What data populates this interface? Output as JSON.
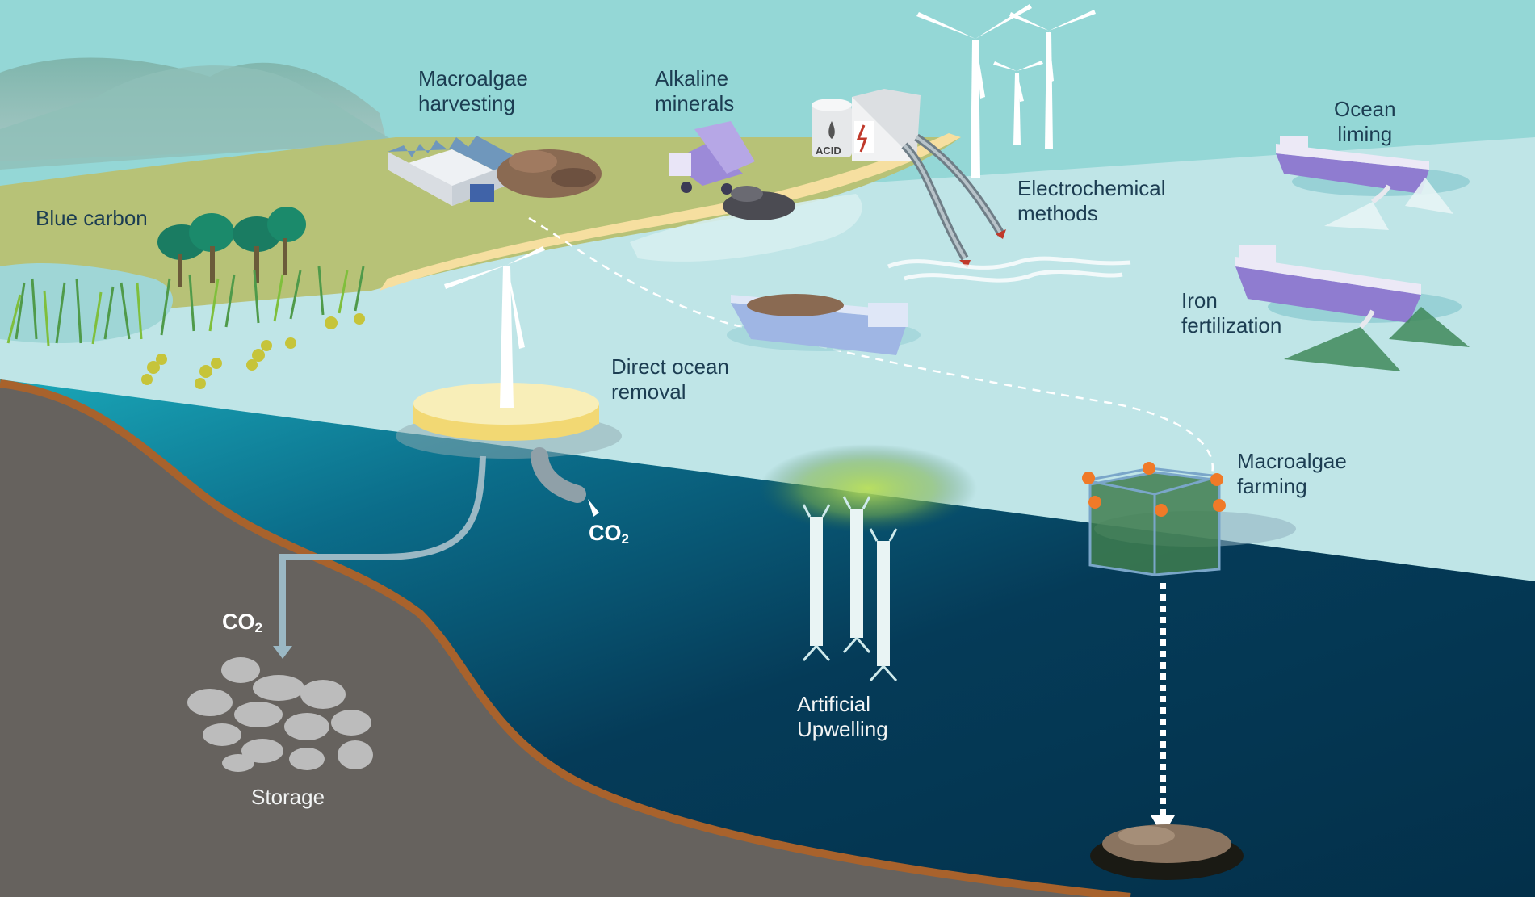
{
  "labels": {
    "macroalgae_harvesting": [
      "Macroalgae",
      "harvesting"
    ],
    "alkaline_minerals": [
      "Alkaline",
      "minerals"
    ],
    "ocean_liming": [
      "Ocean",
      "liming"
    ],
    "blue_carbon": "Blue carbon",
    "electrochemical_methods": [
      "Electrochemical",
      "methods"
    ],
    "iron_fertilization": [
      "Iron",
      "fertilization"
    ],
    "direct_ocean_removal": [
      "Direct ocean",
      "removal"
    ],
    "macroalgae_farming": [
      "Macroalgae",
      "farming"
    ],
    "artificial_upwelling": [
      "Artificial",
      "Upwelling"
    ],
    "storage": "Storage"
  },
  "co2_labels": {
    "main": "CO",
    "subscript": "2"
  },
  "icons": {
    "acid_tank_text": "ACID"
  },
  "colors": {
    "sky": "#94d7d6",
    "sea_surface": "#bfe5e7",
    "land": "#b7c277",
    "beach": "#f6dfa0",
    "deep_ocean": "#063852",
    "seabed": "#66625e",
    "seabed_edge": "#a8622c",
    "ship_hull": "#8f7cd0",
    "label_dark": "#1c3d52",
    "label_light": "#f2f4f4"
  }
}
